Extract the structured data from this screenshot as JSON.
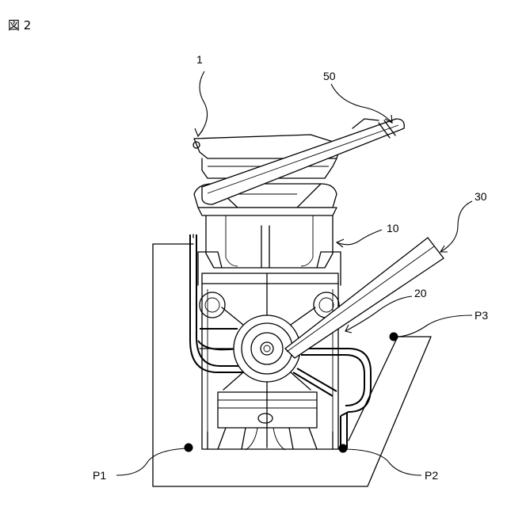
{
  "figure": {
    "title": "図 2",
    "labels": {
      "item_1": "1",
      "item_50": "50",
      "item_30": "30",
      "item_10": "10",
      "item_20": "20",
      "point_p3": "P3",
      "point_p1": "P1",
      "point_p2": "P2"
    },
    "line_color": "#000000",
    "background": "#ffffff"
  }
}
